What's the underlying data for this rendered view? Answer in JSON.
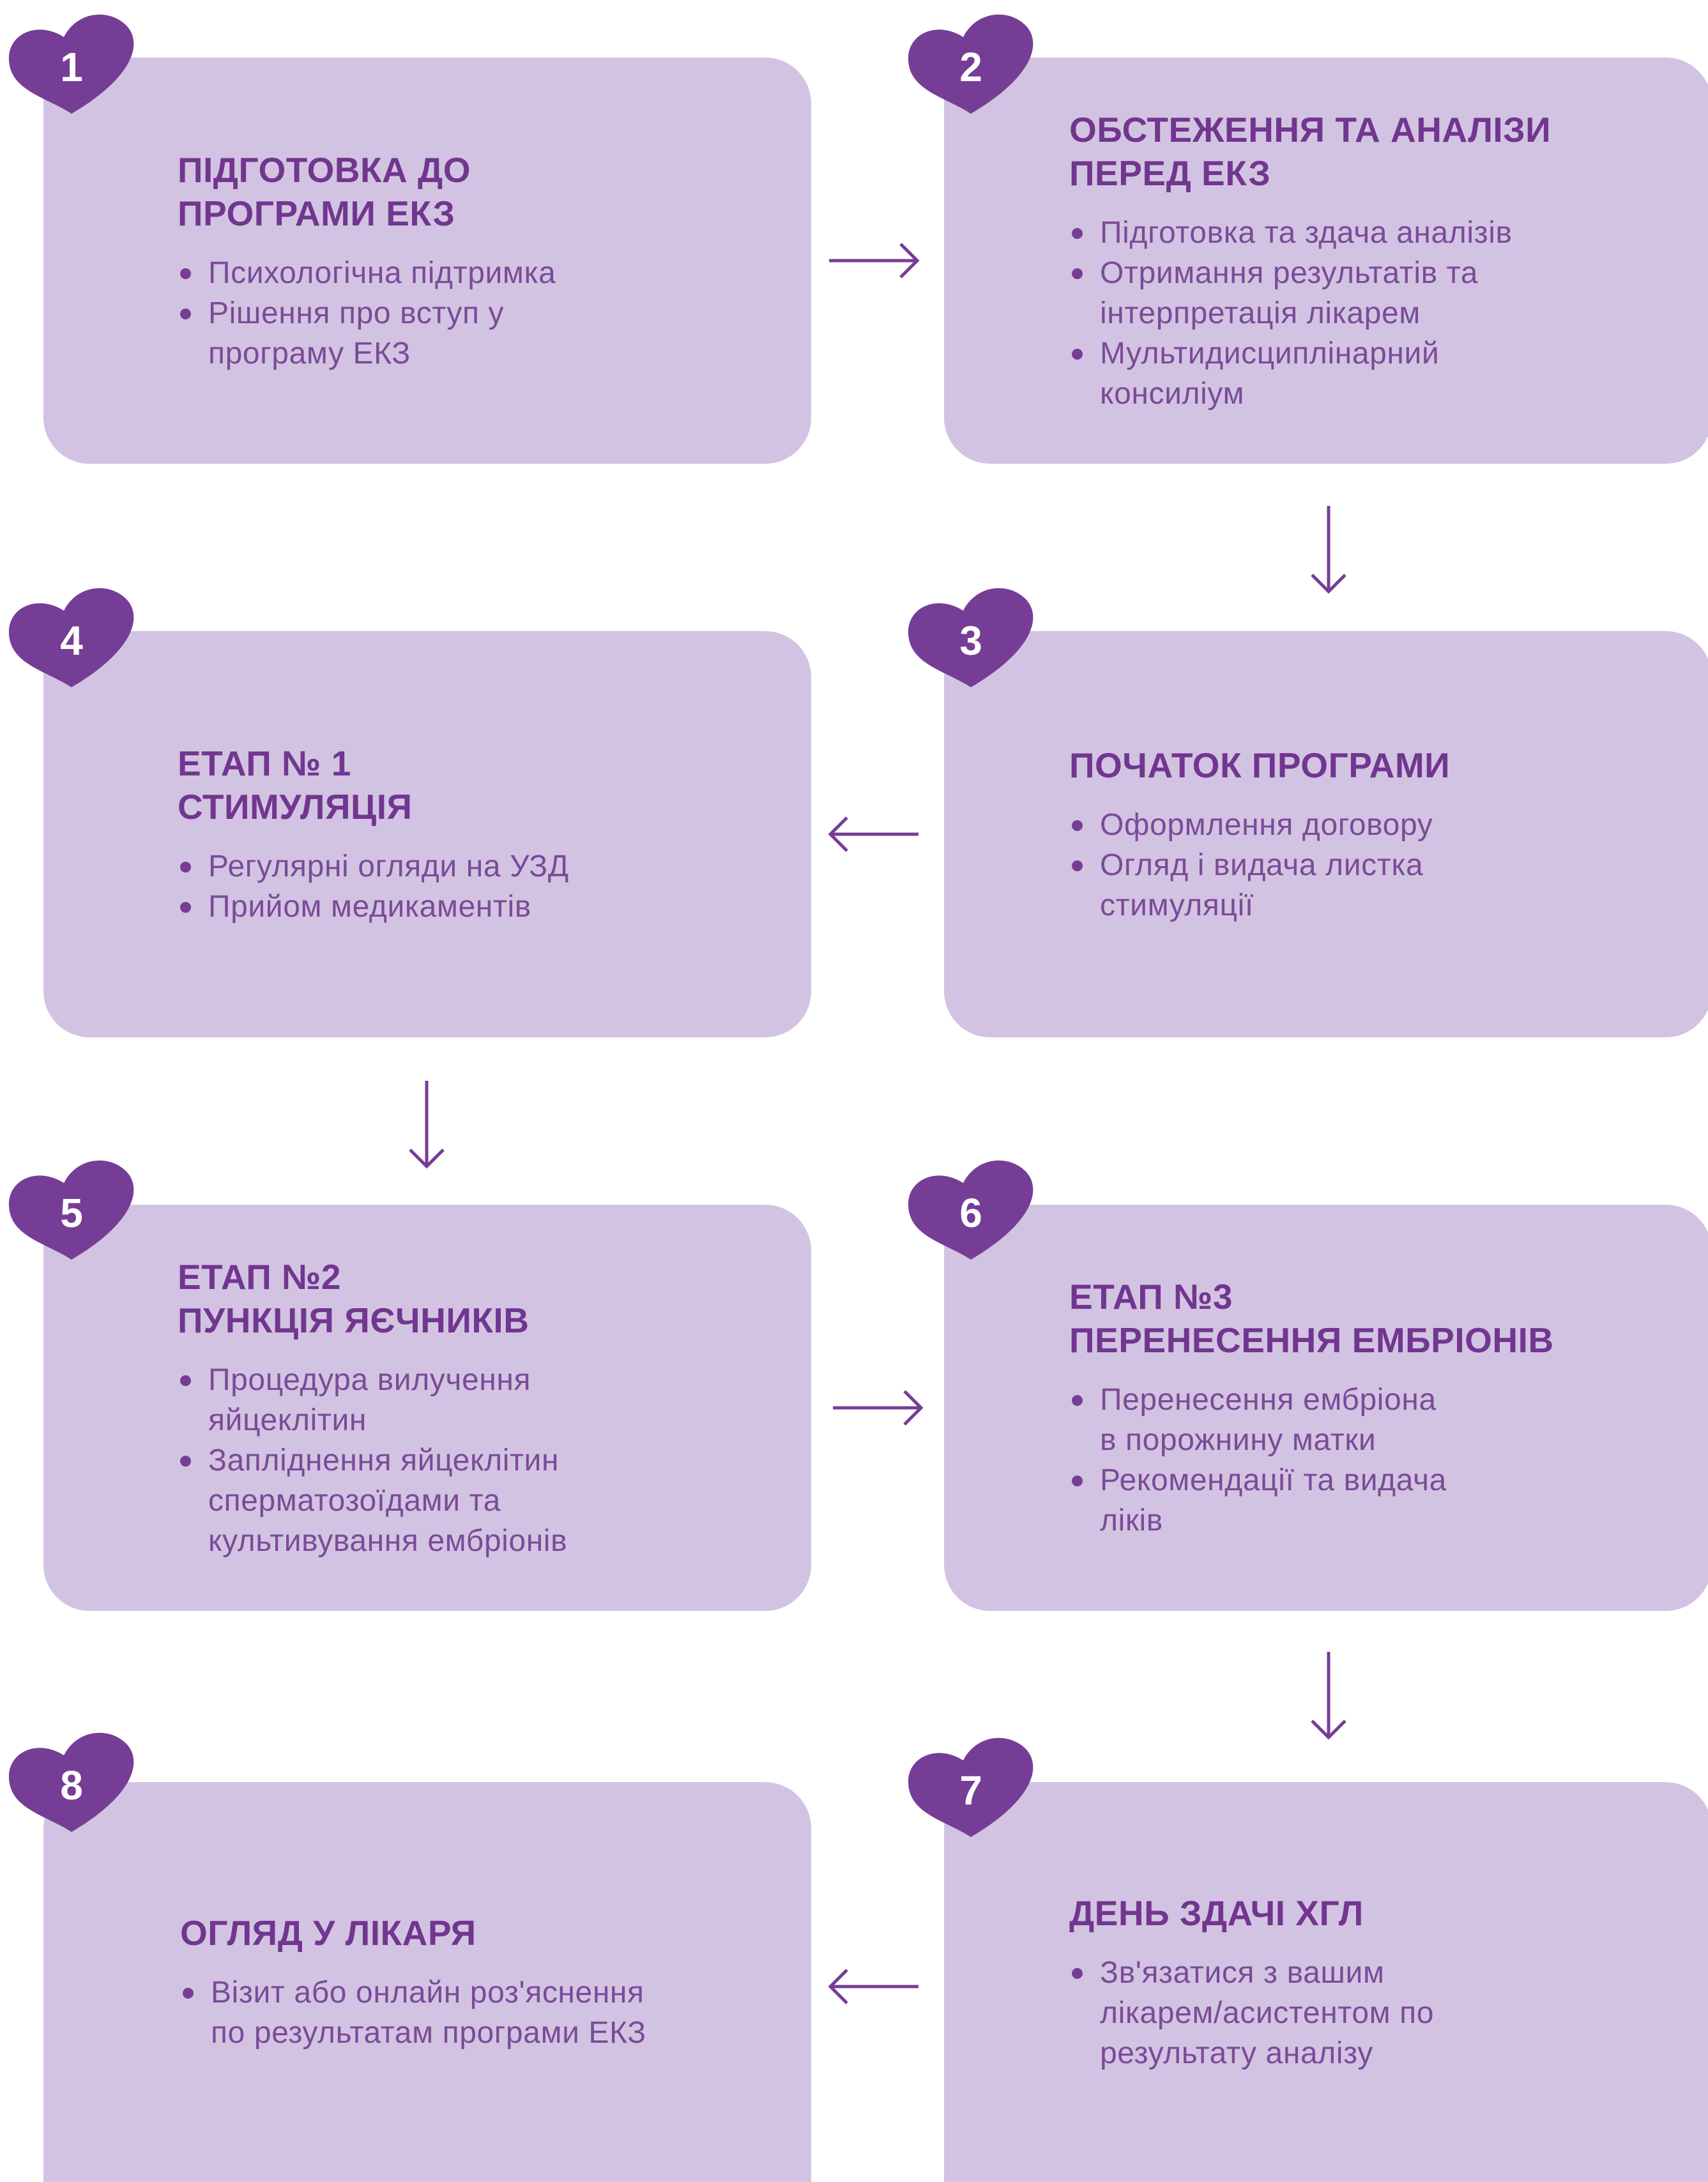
{
  "colors": {
    "card_background": "#d3c3e2",
    "accent": "#763d96",
    "title": "#71368f",
    "text": "#7a4b99"
  },
  "badge_icon": "heart-shape",
  "steps": [
    {
      "number": "1",
      "title": "ПІДГОТОВКА ДО\nПРОГРАМИ ЕКЗ",
      "items": [
        "Психологічна підтримка",
        "Рішення про вступ у\nпрограму ЕКЗ"
      ]
    },
    {
      "number": "2",
      "title": "ОБСТЕЖЕННЯ ТА АНАЛІЗИ\nПЕРЕД ЕКЗ",
      "items": [
        "Підготовка та здача аналізів",
        "Отримання результатів та\nінтерпретація лікарем",
        "Мультидисциплінарний\nконсиліум"
      ]
    },
    {
      "number": "3",
      "title": "ПОЧАТОК ПРОГРАМИ",
      "items": [
        "Оформлення договору",
        "Огляд і видача листка\nстимуляції"
      ]
    },
    {
      "number": "4",
      "title": "ЕТАП № 1\nСТИМУЛЯЦІЯ",
      "items": [
        "Регулярні огляди на УЗД",
        "Прийом медикаментів"
      ]
    },
    {
      "number": "5",
      "title": "ЕТАП №2\nПУНКЦІЯ ЯЄЧНИКІВ",
      "items": [
        "Процедура вилучення\nяйцеклітин",
        "Запліднення яйцеклітин\nсперматозоїдами та\nкультивування ембріонів"
      ]
    },
    {
      "number": "6",
      "title": "ЕТАП №3\nПЕРЕНЕСЕННЯ ЕМБРІОНІВ",
      "items": [
        "Перенесення ембріона\nв порожнину матки",
        "Рекомендації та видача\nліків"
      ]
    },
    {
      "number": "7",
      "title": "ДЕНЬ ЗДАЧІ ХГЛ",
      "items": [
        "Зв'язатися з вашим\nлікарем/асистентом по\nрезультату аналізу"
      ]
    },
    {
      "number": "8",
      "title": "ОГЛЯД У ЛІКАРЯ",
      "items": [
        "Візит або онлайн роз'яснення\nпо результатам програми ЕКЗ"
      ]
    }
  ],
  "connectors": [
    {
      "from": "1",
      "to": "2",
      "direction": "right"
    },
    {
      "from": "2",
      "to": "3",
      "direction": "down"
    },
    {
      "from": "3",
      "to": "4",
      "direction": "left"
    },
    {
      "from": "4",
      "to": "5",
      "direction": "down"
    },
    {
      "from": "5",
      "to": "6",
      "direction": "right"
    },
    {
      "from": "6",
      "to": "7",
      "direction": "down"
    },
    {
      "from": "7",
      "to": "8",
      "direction": "left"
    }
  ]
}
